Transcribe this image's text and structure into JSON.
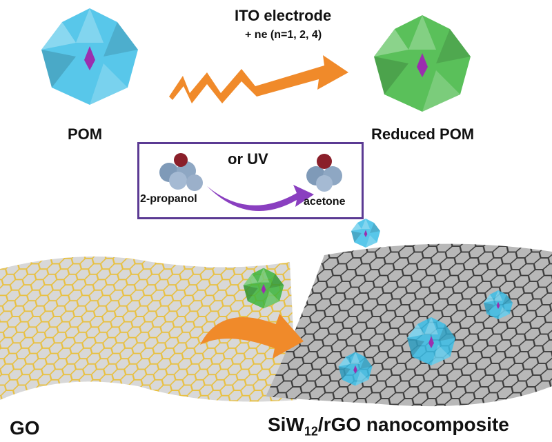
{
  "top": {
    "electrode_label": "ITO electrode",
    "electron_label": "+ ne (n=1, 2, 4)",
    "pom_label": "POM",
    "reduced_pom_label": "Reduced POM"
  },
  "uv_box": {
    "or_uv_label": "or UV",
    "reactant_label": "2-propanol",
    "product_label": "acetone"
  },
  "bottom": {
    "go_label": "GO",
    "composite_label_prefix": "SiW",
    "composite_subscript": "12",
    "composite_label_suffix": "/rGO nanocomposite"
  },
  "colors": {
    "pom_blue": "#3bbde6",
    "reduced_green": "#3db53d",
    "arrow_orange": "#f08a2a",
    "box_purple": "#5b3a93",
    "go_yellow": "#e8c040",
    "rgo_gray": "#8a8a8a"
  }
}
